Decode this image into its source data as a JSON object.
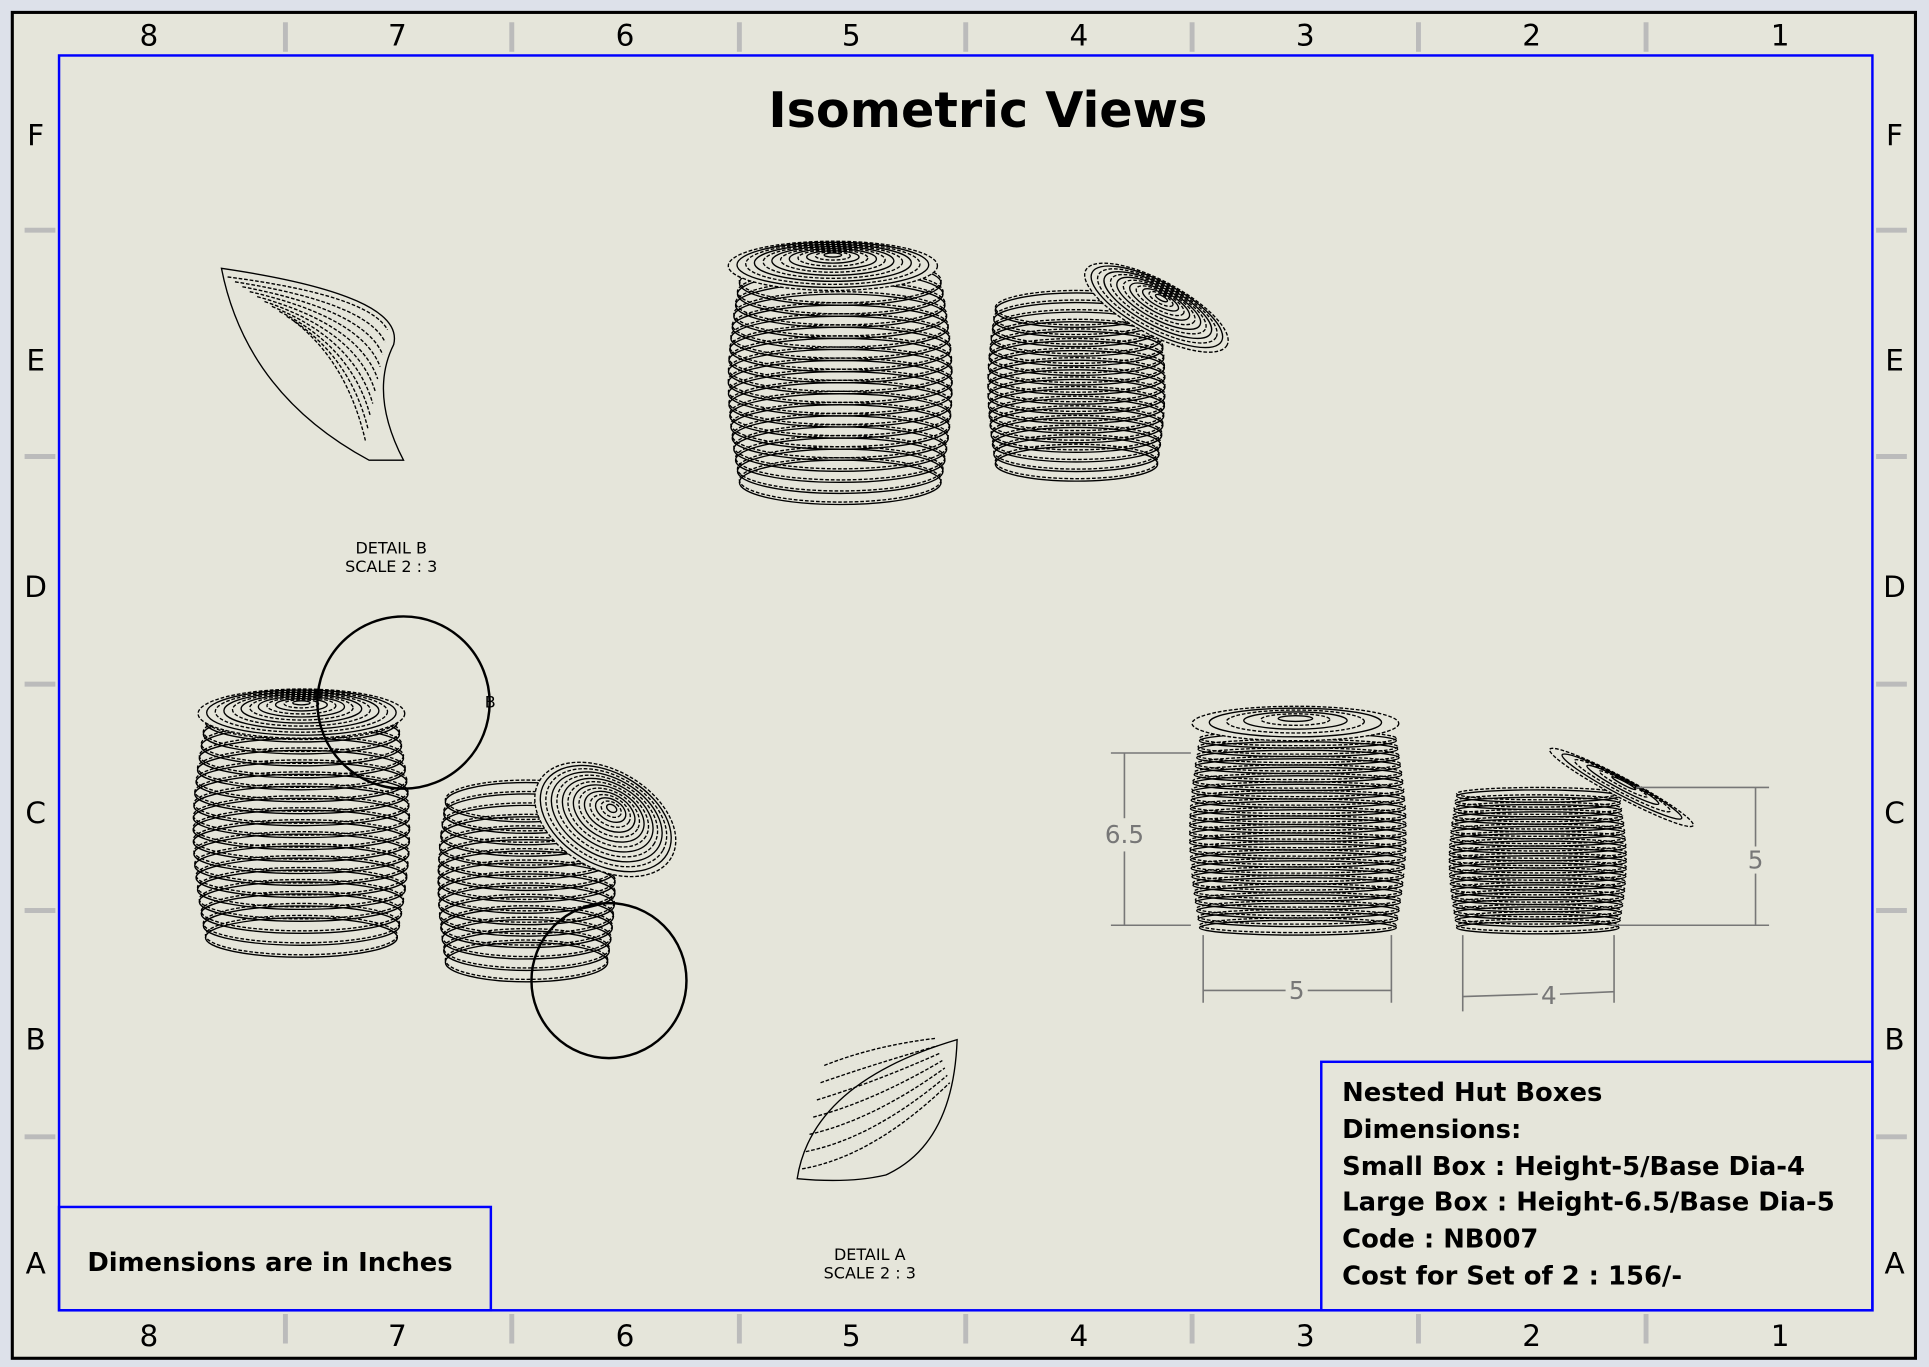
{
  "sheet": {
    "title": "Isometric Views",
    "column_zones": [
      "8",
      "7",
      "6",
      "5",
      "4",
      "3",
      "2",
      "1"
    ],
    "row_zones": [
      "F",
      "E",
      "D",
      "C",
      "B",
      "A"
    ],
    "border_color": "#0000ff",
    "paper_color": "#e5e5da"
  },
  "note": "Dimensions are in Inches",
  "details": {
    "b": {
      "label": "DETAIL B",
      "scale": "SCALE 2 : 3",
      "marker": "B"
    },
    "a": {
      "label": "DETAIL A",
      "scale": "SCALE 2 : 3"
    }
  },
  "dimensions": {
    "large_height": "6.5",
    "large_dia": "5",
    "small_height": "5",
    "small_dia": "4"
  },
  "title_block": {
    "lines": [
      "Nested Hut Boxes",
      "Dimensions:",
      "Small Box : Height-5/Base Dia-4",
      "Large Box : Height-6.5/Base Dia-5",
      "Code : NB007",
      "Cost for Set of 2 : 156/-"
    ]
  }
}
